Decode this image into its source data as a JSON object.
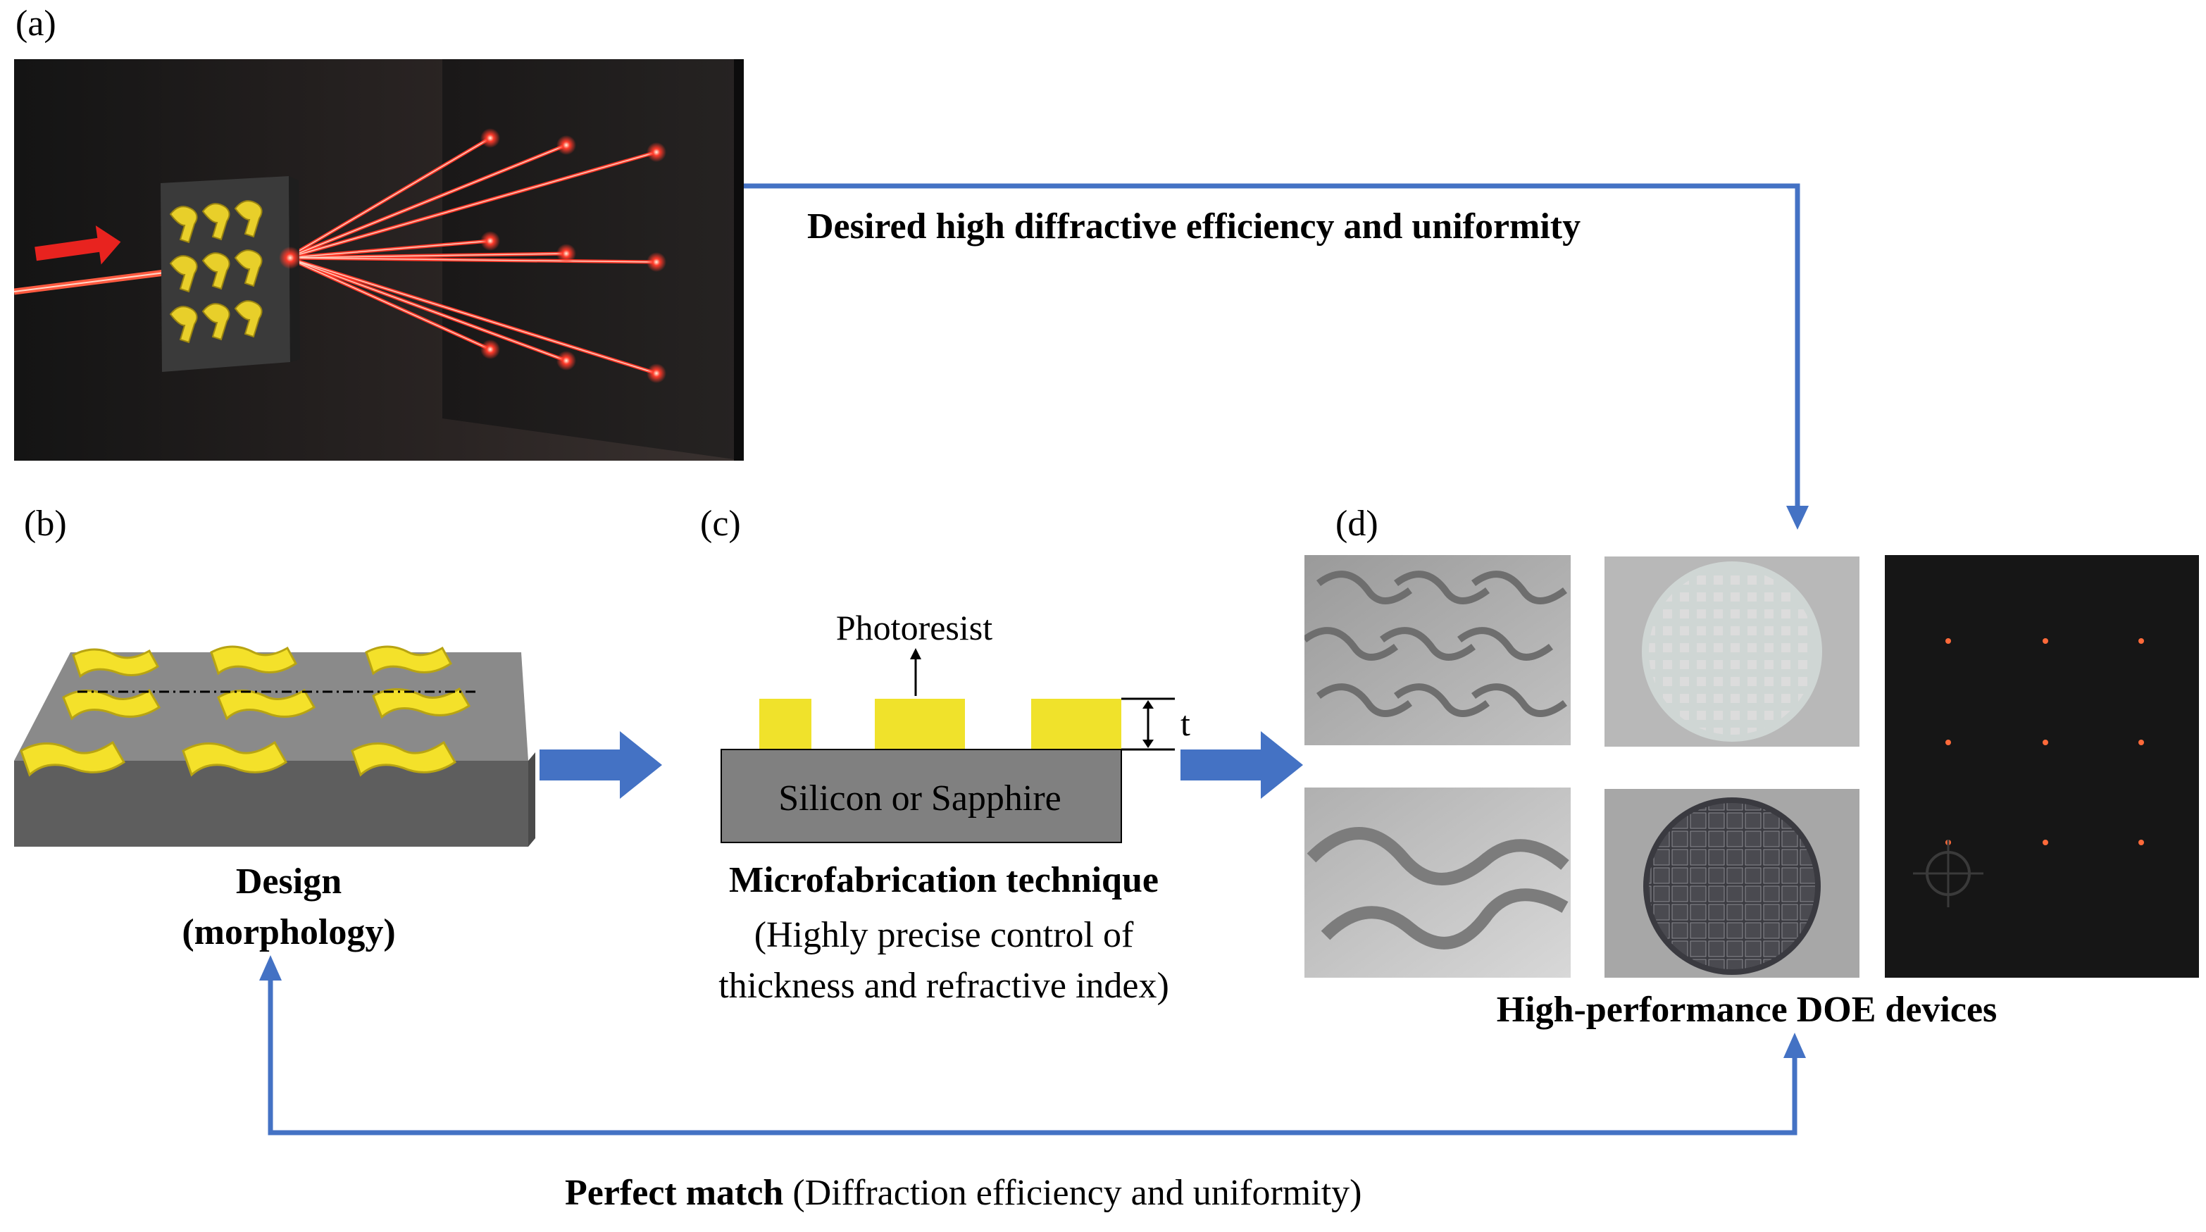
{
  "panels": {
    "a": {
      "label": "(a)"
    },
    "b": {
      "label": "(b)",
      "caption_line1": "Design",
      "caption_line2": "(morphology)"
    },
    "c": {
      "label": "(c)",
      "photoresist": "Photoresist",
      "substrate": "Silicon or Sapphire",
      "thickness": "t",
      "caption_title": "Microfabrication technique",
      "caption_line1": "(Highly precise control of",
      "caption_line2": "thickness and refractive index)"
    },
    "d": {
      "label": "(d)",
      "caption": "High-performance DOE devices"
    }
  },
  "flow": {
    "top_label": "Desired high diffractive efficiency and uniformity",
    "bottom_label_bold": "Perfect match",
    "bottom_label_rest": " (Diffraction efficiency and uniformity)"
  },
  "colors": {
    "arrow_blue": "#4472c4",
    "resist_yellow": "#f0e22b",
    "substrate_gray": "#808080",
    "laser_red": "#ff3a2a"
  }
}
